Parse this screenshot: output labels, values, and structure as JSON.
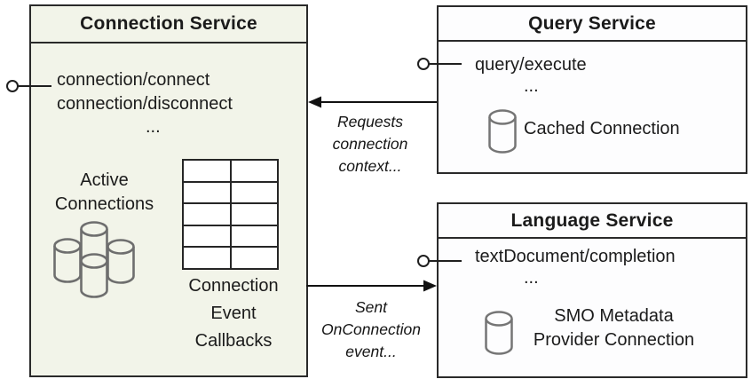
{
  "connection_service": {
    "title": "Connection Service",
    "methods": [
      "connection/connect",
      "connection/disconnect",
      "..."
    ],
    "active_connections": [
      "Active",
      "Connections"
    ],
    "callbacks_label": [
      "Connection",
      "Event",
      "Callbacks"
    ]
  },
  "query_service": {
    "title": "Query Service",
    "methods": [
      "query/execute",
      "..."
    ],
    "cached_connection_label": "Cached Connection"
  },
  "language_service": {
    "title": "Language Service",
    "methods": [
      "textDocument/completion",
      "..."
    ],
    "smo_connection_label": [
      "SMO Metadata",
      "Provider Connection"
    ]
  },
  "annotations": {
    "requests": [
      "Requests",
      "connection",
      "context..."
    ],
    "sent": [
      "Sent",
      "OnConnection",
      "event..."
    ]
  },
  "icons": {
    "connection_cluster": "database-cluster-icon",
    "callbacks_grid": "table-grid-icon",
    "cached_db": "database-icon",
    "smo_db": "database-icon",
    "interfaces": "lollipop-interface-icon"
  },
  "colors": {
    "connection_box_fill": "#f2f4e9",
    "service_box_fill": "#fdfdfe",
    "border": "#2a2a2a",
    "cylinder_stroke": "#6e6e6e",
    "text": "#1b1b1b"
  }
}
